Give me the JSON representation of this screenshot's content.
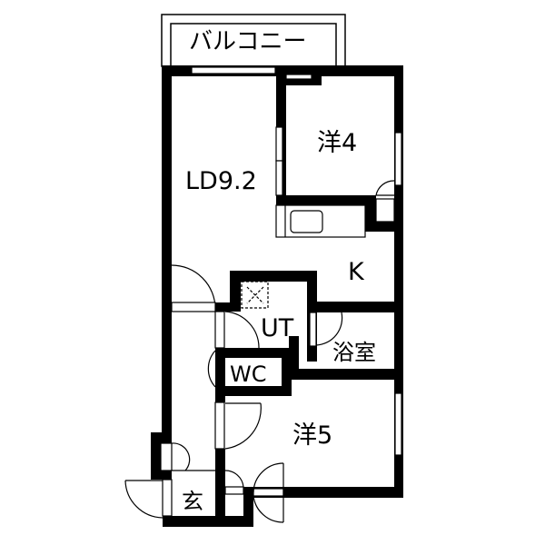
{
  "floor_plan": {
    "type": "apartment-floor-plan",
    "rooms": [
      {
        "id": "balcony",
        "label": "バルコニー"
      },
      {
        "id": "ld",
        "label": "LD9.2"
      },
      {
        "id": "western-room-1",
        "label": "洋4"
      },
      {
        "id": "kitchen",
        "label": "K"
      },
      {
        "id": "utility",
        "label": "UT"
      },
      {
        "id": "bathroom",
        "label": "浴室"
      },
      {
        "id": "toilet",
        "label": "WC"
      },
      {
        "id": "western-room-2",
        "label": "洋5"
      },
      {
        "id": "entrance",
        "label": "玄"
      }
    ]
  },
  "colors": {
    "wall": "#000000",
    "background": "#ffffff"
  }
}
